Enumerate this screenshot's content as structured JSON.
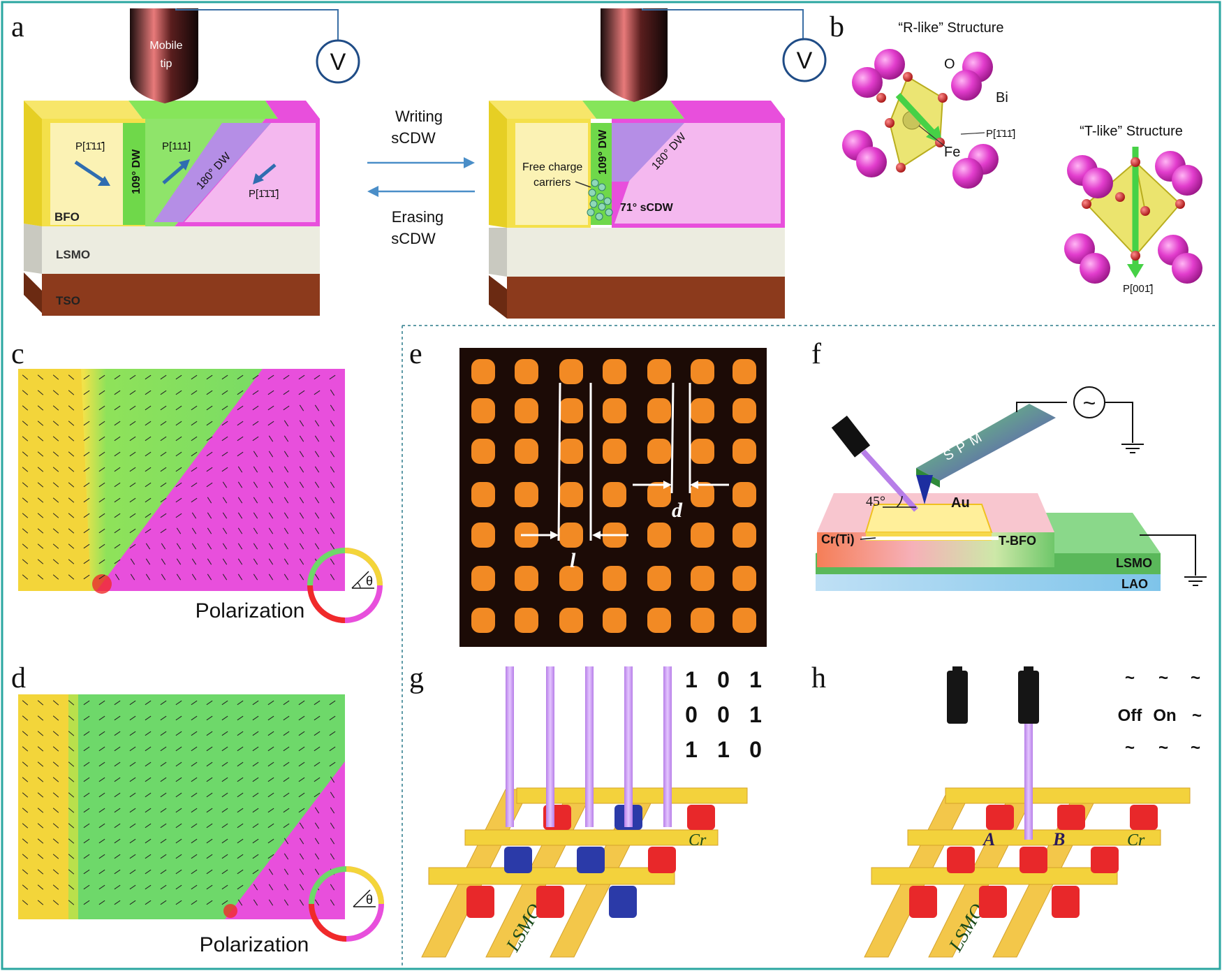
{
  "colors": {
    "frame": "#2aa6a0",
    "wire": "#3a6ea5",
    "yellow": "#f2dc2a",
    "green": "#7ee24a",
    "magenta": "#e84fdc",
    "pink_light": "#f4b8ef",
    "purple_light": "#b58ee6",
    "lsmo": "#ecece0",
    "tso": "#8c3a1c",
    "atom_bi": "#e23dcd",
    "atom_o": "#cc1f1f",
    "octa": "#e8e05a",
    "spot": "#f28a24",
    "laser": "#c58af0",
    "cr_bar": "#f3d23c",
    "cell_red": "#e8282a",
    "cell_blue": "#2b3aa8"
  },
  "panels": {
    "a": {
      "letter": "a",
      "tip_label_1": "Mobile",
      "tip_label_2": "tip",
      "voltmeter": "V",
      "p_left": "P[1̄11̄]",
      "p_mid": "P[111]",
      "p_right": "P[1̄1̄1̄]",
      "dw109": "109° DW",
      "dw180": "180° DW",
      "bfo": "BFO",
      "lsmo": "LSMO",
      "tso": "TSO",
      "writing_1": "Writing",
      "writing_2": "sCDW",
      "erasing_1": "Erasing",
      "erasing_2": "sCDW",
      "free_1": "Free charge",
      "free_2": "carriers",
      "scdw71": "71° sCDW"
    },
    "b": {
      "letter": "b",
      "r_title": "“R-like” Structure",
      "t_title": "“T-like” Structure",
      "o": "O",
      "bi": "Bi",
      "fe": "Fe",
      "p_r": "P[1̄11̄]",
      "p_t": "P[001̄]"
    },
    "c": {
      "letter": "c",
      "legend": "Polarization",
      "theta": "θ"
    },
    "d": {
      "letter": "d",
      "legend": "Polarization",
      "theta": "θ"
    },
    "e": {
      "letter": "e",
      "l": "l",
      "d": "d"
    },
    "f": {
      "letter": "f",
      "spm": "SPM",
      "ac": "~",
      "angle": "45°",
      "au": "Au",
      "crti": "Cr(Ti)",
      "tbfo": "T-BFO",
      "lsmo": "LSMO",
      "lao": "LAO"
    },
    "g": {
      "letter": "g",
      "cr": "Cr",
      "lsmo": "LSMO",
      "bits": [
        [
          "1",
          "0",
          "1"
        ],
        [
          "0",
          "0",
          "1"
        ],
        [
          "1",
          "1",
          "0"
        ]
      ]
    },
    "h": {
      "letter": "h",
      "cr": "Cr",
      "lsmo": "LSMO",
      "a": "A",
      "b": "B",
      "grid": [
        [
          "~",
          "~",
          "~"
        ],
        [
          "Off",
          "On",
          "~"
        ],
        [
          "~",
          "~",
          "~"
        ]
      ]
    }
  }
}
